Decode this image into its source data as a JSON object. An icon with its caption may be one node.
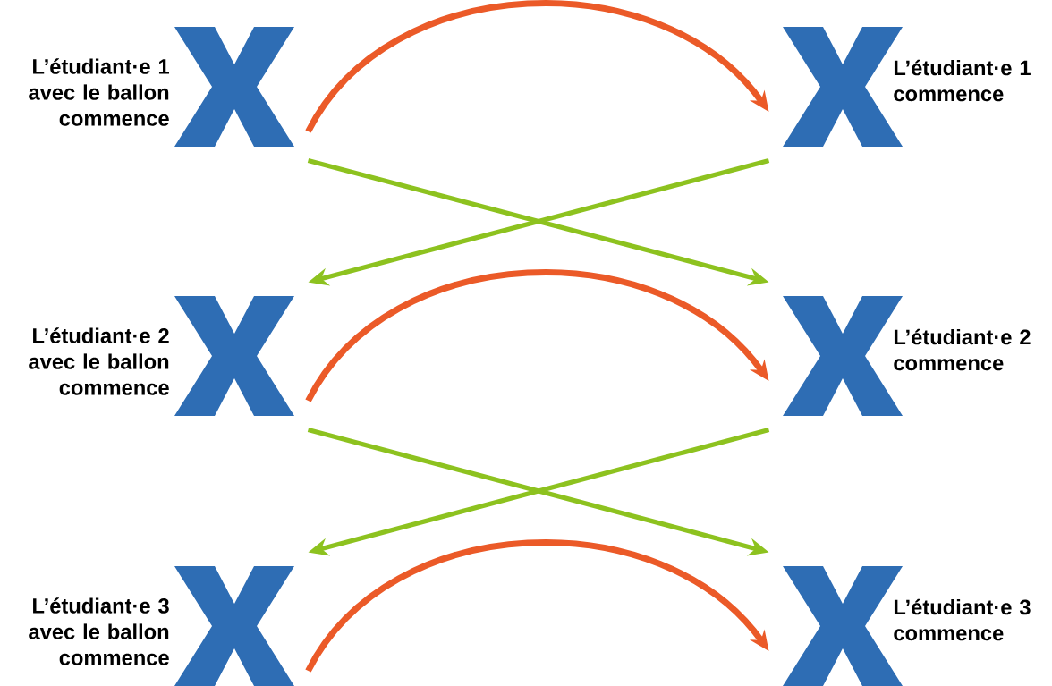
{
  "diagram": {
    "nodes": [
      {
        "text": [],
        "shape": "cross",
        "beside": [
          "L’étudiant·e 1 avec le ballon commence"
        ]
      },
      {
        "text": [],
        "shape": "cross",
        "beside": [
          "L’étudiant·e 1 commence"
        ]
      },
      {
        "text": [],
        "shape": "cross",
        "beside": [
          "L’étudiant·e 2 avec le ballon commence"
        ]
      },
      {
        "text": [],
        "shape": "cross",
        "beside": [
          "L’étudiant·e 2 commence"
        ]
      },
      {
        "text": [],
        "shape": "cross",
        "beside": [
          "L’étudiant·e 3 avec le ballon commence"
        ]
      },
      {
        "text": [],
        "shape": "cross",
        "beside": [
          "L’étudiant·e 3 commence"
        ]
      }
    ],
    "edges": [
      {
        "from": 0,
        "to": 1,
        "arrow": "to",
        "color": "#eb5a28"
      },
      {
        "from": 0,
        "to": 3,
        "arrow": "to"
      },
      {
        "from": 1,
        "to": 2,
        "arrow": "to"
      },
      {
        "from": 2,
        "to": 3,
        "arrow": "to",
        "color": "#eb5a28"
      },
      {
        "from": 2,
        "to": 5,
        "arrow": "to"
      },
      {
        "from": 3,
        "to": 4,
        "arrow": "to"
      },
      {
        "from": 4,
        "to": 5,
        "arrow": "to",
        "color": "#eb5a28"
      }
    ]
  }
}
